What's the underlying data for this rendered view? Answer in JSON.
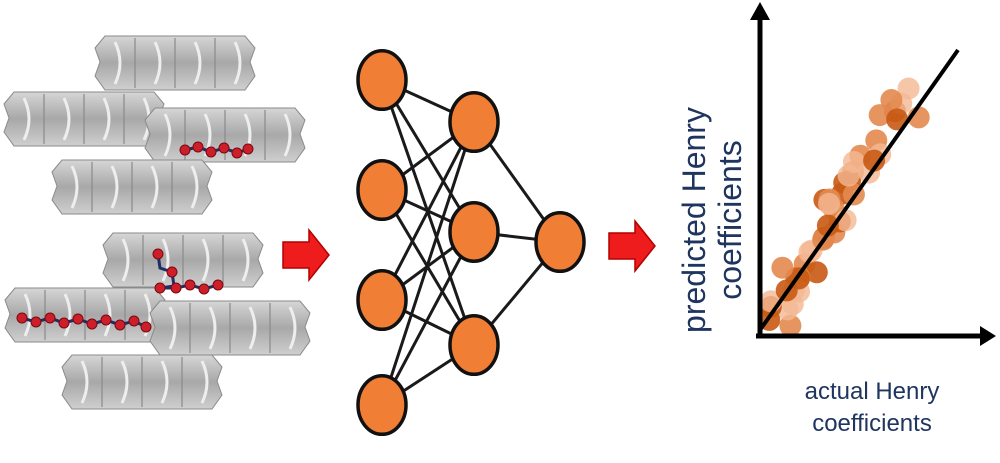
{
  "panel_left": {
    "channel_icon": "zeolite-channel",
    "molecule_icon": "adsorbed-alkane-molecule",
    "channel_color": "#c9c9c9",
    "atom_color": "#cc1f2a",
    "bond_color": "#1d2f6b"
  },
  "arrows": {
    "icon": "right-arrow",
    "color": "#ee1c1c"
  },
  "network": {
    "node_color": "#f07f35",
    "edge_color": "#1a1a1a",
    "layers": [
      4,
      3,
      1
    ]
  },
  "parity_plot": {
    "ylabel": "predicted Henry coefficients",
    "xlabel": "actual Henry coefficients",
    "marker_colors": [
      "#c85a14",
      "#e38a50",
      "#f4b894"
    ]
  }
}
